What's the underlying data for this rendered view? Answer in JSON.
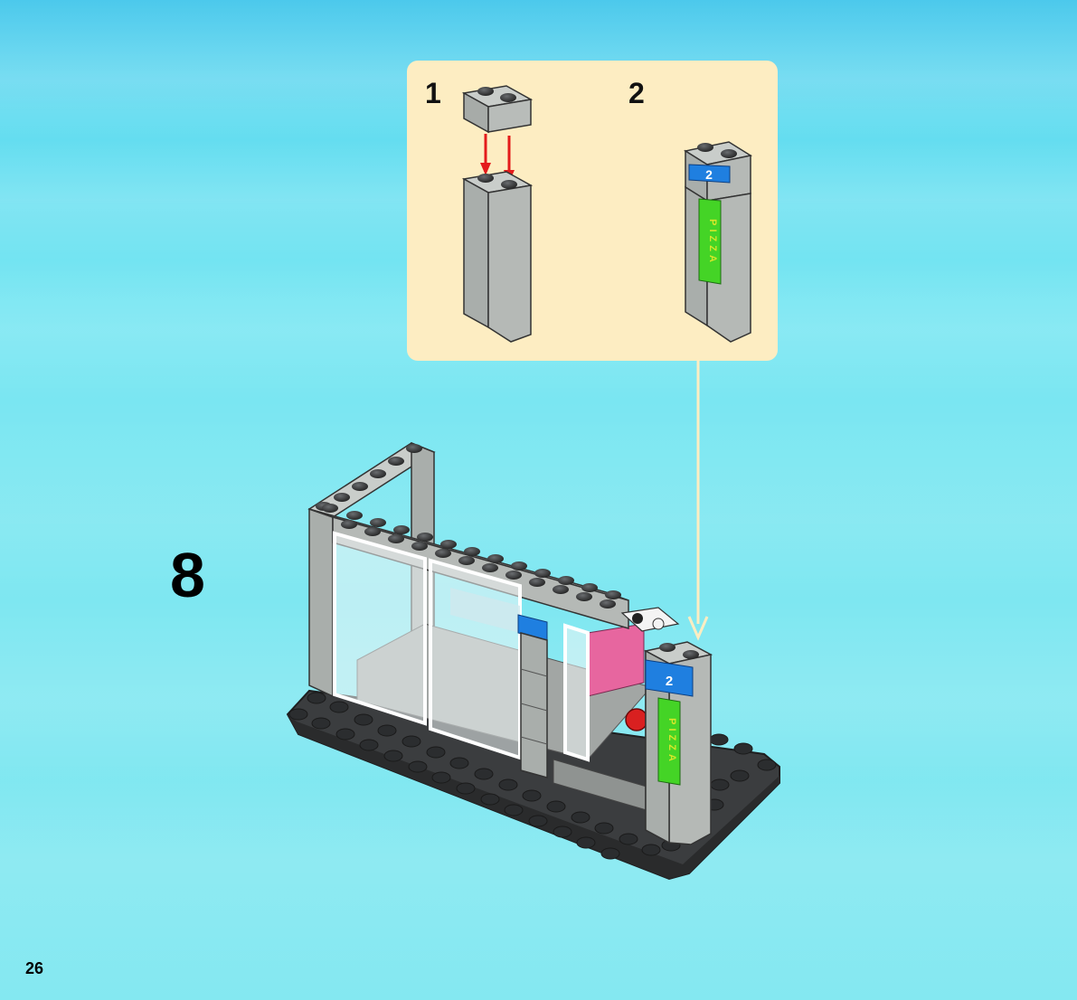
{
  "page": {
    "number": "26"
  },
  "step": {
    "number": "8"
  },
  "callout": {
    "substeps": [
      {
        "number": "1"
      },
      {
        "number": "2"
      }
    ],
    "sign_number": "2",
    "sign_text": "PIZZA"
  },
  "model": {
    "sign_number": "2",
    "sign_text": "PIZZA"
  },
  "colors": {
    "background": "#7ee7f1",
    "callout_bg": "#fdedc2",
    "brick_gray": "#a9aeab",
    "plate_dark": "#3b3d3f",
    "arrow_red": "#e41b1b",
    "sign_blue": "#1f7fe0",
    "sign_green": "#44d426"
  }
}
